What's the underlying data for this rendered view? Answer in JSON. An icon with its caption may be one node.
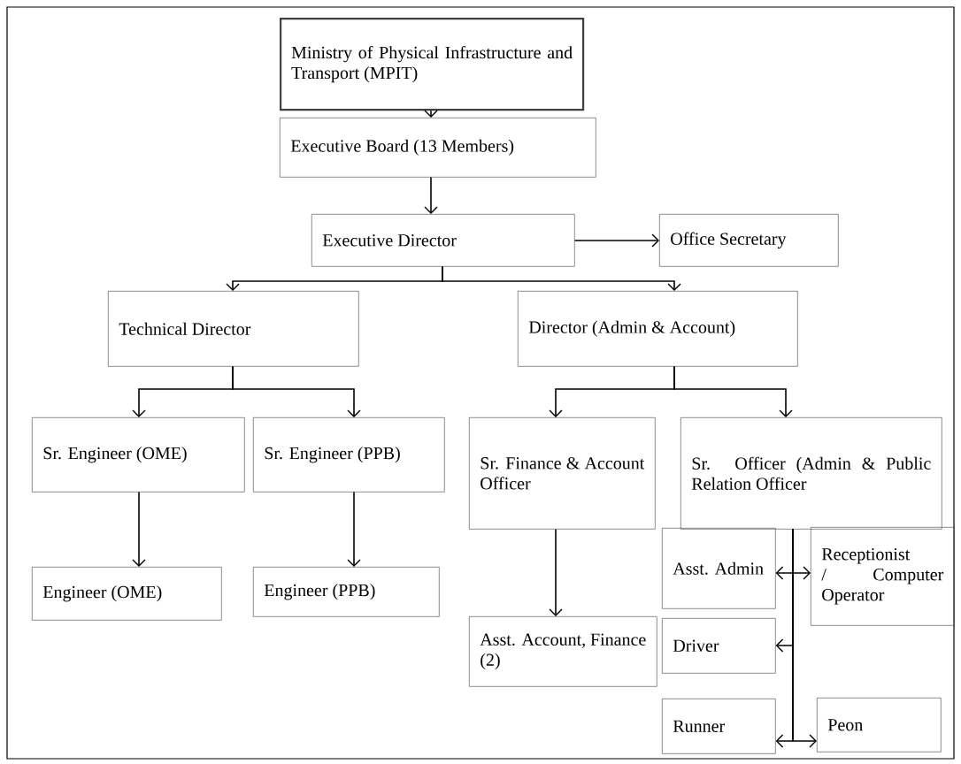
{
  "diagram": {
    "nodes": [
      {
        "text": [
          "Ministry of Physical Infrastructure and Transport (MPIT)"
        ]
      },
      {
        "text": [
          "Executive Board (13 Members)"
        ]
      },
      {
        "text": [
          "Executive Director"
        ]
      },
      {
        "text": [
          "Office Secretary"
        ]
      },
      {
        "text": [
          "Technical Director"
        ]
      },
      {
        "text": [
          "Director (Admin & Account)"
        ]
      },
      {
        "text": [
          "Sr. Engineer (OME)"
        ]
      },
      {
        "text": [
          "Sr. Engineer (PPB)"
        ]
      },
      {
        "text": [
          "Sr. Finance & Account Officer"
        ]
      },
      {
        "text": [
          "Sr. Officer (Admin & Public Relation Officer"
        ]
      },
      {
        "text": [
          "Engineer (OME)"
        ]
      },
      {
        "text": [
          "Engineer (PPB)"
        ]
      },
      {
        "text": [
          "Asst. Admin"
        ]
      },
      {
        "text": [
          "Receptionist / Computer Operator"
        ]
      },
      {
        "text": [
          "Asst. Account, Finance (2)"
        ]
      },
      {
        "text": [
          "Driver"
        ]
      },
      {
        "text": [
          "Runner"
        ]
      },
      {
        "text": [
          "Peon"
        ]
      }
    ],
    "edges": [
      {
        "from": 0,
        "to": 1,
        "arrow": "to"
      },
      {
        "from": 1,
        "to": 2,
        "arrow": "to"
      },
      {
        "from": 2,
        "to": 3,
        "arrow": "to"
      },
      {
        "from": 2,
        "to": 4,
        "arrow": "to"
      },
      {
        "from": 2,
        "to": 5,
        "arrow": "to"
      },
      {
        "from": 4,
        "to": 6,
        "arrow": "to"
      },
      {
        "from": 4,
        "to": 7,
        "arrow": "to"
      },
      {
        "from": 5,
        "to": 8,
        "arrow": "to"
      },
      {
        "from": 5,
        "to": 9,
        "arrow": "to"
      },
      {
        "from": 6,
        "to": 10,
        "arrow": "to"
      },
      {
        "from": 7,
        "to": 11,
        "arrow": "to"
      },
      {
        "from": 8,
        "to": 14,
        "arrow": "to"
      },
      {
        "from": 9,
        "to": 12,
        "arrow": "to"
      },
      {
        "from": 9,
        "to": 13,
        "arrow": "to"
      },
      {
        "from": 9,
        "to": 15,
        "arrow": "to"
      },
      {
        "from": 9,
        "to": 16,
        "arrow": "to"
      },
      {
        "from": 9,
        "to": 17,
        "arrow": "to"
      }
    ]
  }
}
